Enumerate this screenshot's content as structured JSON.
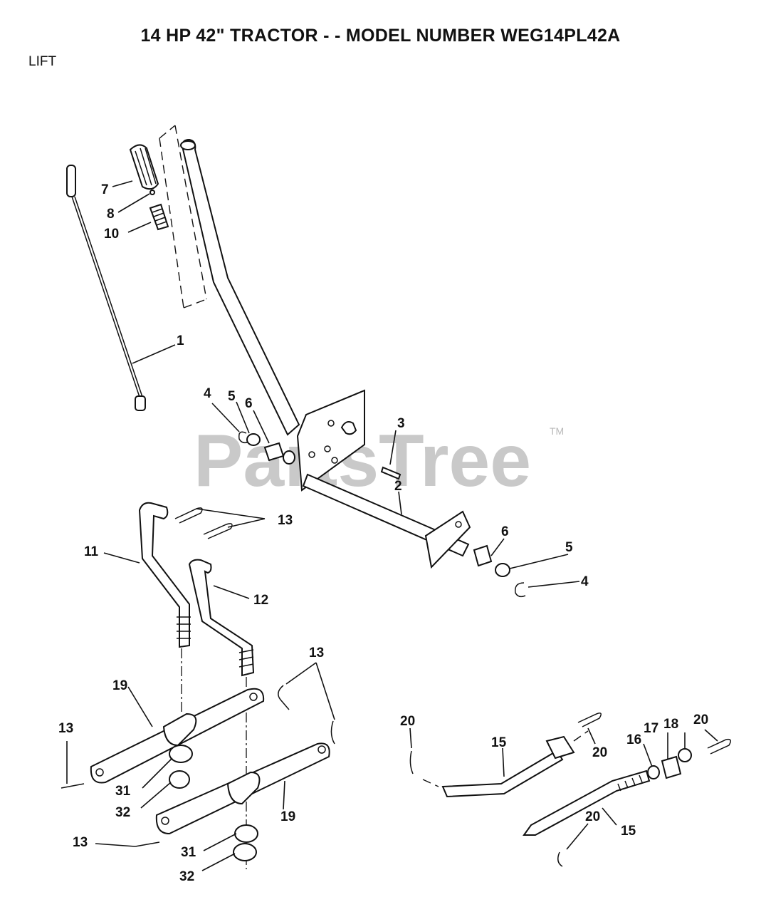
{
  "header": {
    "title": "14 HP 42\" TRACTOR - - MODEL NUMBER WEG14PL42A",
    "section": "LIFT"
  },
  "watermark": {
    "text": "PartsTree",
    "trademark": "TM"
  },
  "callouts": [
    {
      "id": "c1",
      "label": "1"
    },
    {
      "id": "c2",
      "label": "2"
    },
    {
      "id": "c3",
      "label": "3"
    },
    {
      "id": "c4a",
      "label": "4"
    },
    {
      "id": "c4b",
      "label": "4"
    },
    {
      "id": "c5a",
      "label": "5"
    },
    {
      "id": "c5b",
      "label": "5"
    },
    {
      "id": "c6a",
      "label": "6"
    },
    {
      "id": "c6b",
      "label": "6"
    },
    {
      "id": "c7",
      "label": "7"
    },
    {
      "id": "c8",
      "label": "8"
    },
    {
      "id": "c10",
      "label": "10"
    },
    {
      "id": "c11",
      "label": "11"
    },
    {
      "id": "c12",
      "label": "12"
    },
    {
      "id": "c13a",
      "label": "13"
    },
    {
      "id": "c13b",
      "label": "13"
    },
    {
      "id": "c13c",
      "label": "13"
    },
    {
      "id": "c13d",
      "label": "13"
    },
    {
      "id": "c15a",
      "label": "15"
    },
    {
      "id": "c15b",
      "label": "15"
    },
    {
      "id": "c16",
      "label": "16"
    },
    {
      "id": "c17",
      "label": "17"
    },
    {
      "id": "c18",
      "label": "18"
    },
    {
      "id": "c19a",
      "label": "19"
    },
    {
      "id": "c19b",
      "label": "19"
    },
    {
      "id": "c20a",
      "label": "20"
    },
    {
      "id": "c20b",
      "label": "20"
    },
    {
      "id": "c20c",
      "label": "20"
    },
    {
      "id": "c20d",
      "label": "20"
    },
    {
      "id": "c31a",
      "label": "31"
    },
    {
      "id": "c31b",
      "label": "31"
    },
    {
      "id": "c32a",
      "label": "32"
    },
    {
      "id": "c32b",
      "label": "32"
    }
  ]
}
